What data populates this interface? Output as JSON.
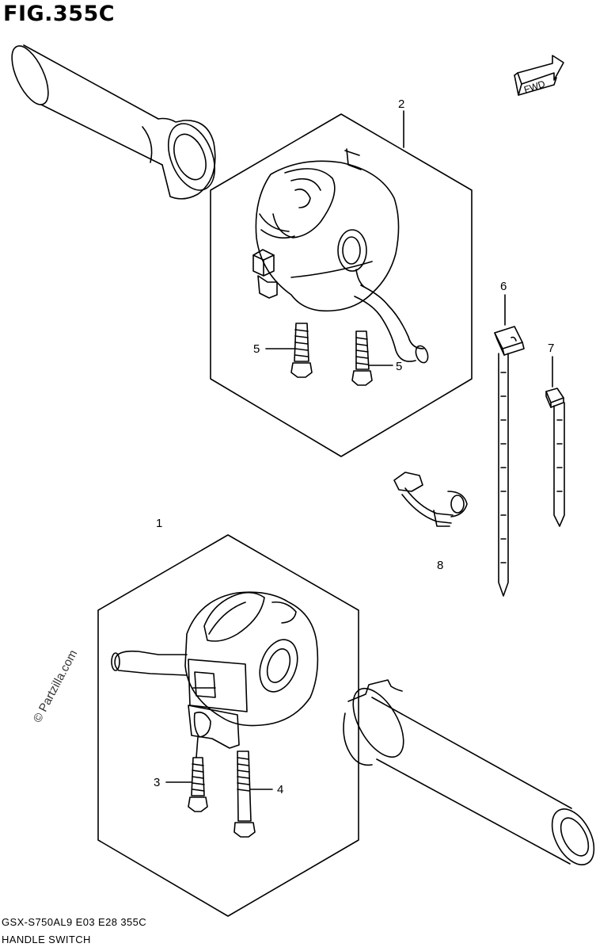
{
  "figure": {
    "title": "FIG.355C",
    "model_code": "GSX-S750AL9  E03  E28  355C",
    "caption": "HANDLE SWITCH",
    "watermark": "© Partzilla.com",
    "fwd_label": "FWD"
  },
  "callouts": [
    {
      "id": "1",
      "label": "1"
    },
    {
      "id": "2",
      "label": "2"
    },
    {
      "id": "3",
      "label": "3"
    },
    {
      "id": "4",
      "label": "4"
    },
    {
      "id": "5a",
      "label": "5"
    },
    {
      "id": "5b",
      "label": "5"
    },
    {
      "id": "6",
      "label": "6"
    },
    {
      "id": "7",
      "label": "7"
    },
    {
      "id": "8",
      "label": "8"
    }
  ],
  "colors": {
    "line": "#000000",
    "background": "#ffffff"
  }
}
